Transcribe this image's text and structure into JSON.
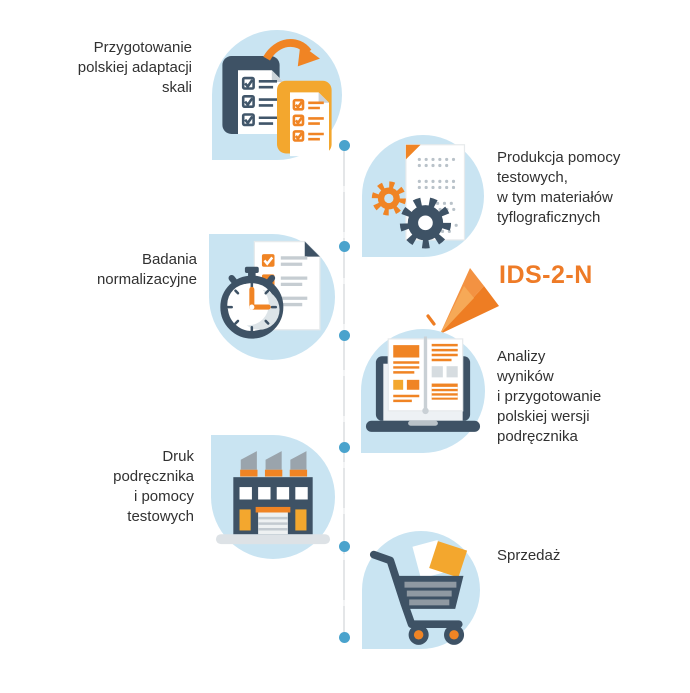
{
  "product": {
    "label": "IDS-2-N"
  },
  "palette": {
    "circle_blue": "#c9e4f2",
    "dark_slate": "#3e5265",
    "orange": "#f08424",
    "amber": "#f3a72e",
    "dot_blue": "#4aa3cd",
    "accent_text": "#ee7b27",
    "line_gray": "#e4e6e8",
    "text": "#313131"
  },
  "timeline": {
    "dot_count": 6
  },
  "steps": [
    {
      "id": "adaptation",
      "side": "left",
      "icon": "books-transfer-icon",
      "label_lines": [
        "Przygotowanie",
        "polskiej adaptacji",
        "skali"
      ]
    },
    {
      "id": "production",
      "side": "right",
      "icon": "gears-braille-document-icon",
      "label_lines": [
        "Produkcja pomocy",
        "testowych,",
        "w tym materiałów",
        "tyflograficznych"
      ]
    },
    {
      "id": "norm-studies",
      "side": "left",
      "icon": "stopwatch-checklist-icon",
      "label_lines": [
        "Badania",
        "normalizacyjne"
      ]
    },
    {
      "id": "analysis",
      "side": "right",
      "icon": "laptop-open-book-icon",
      "label_lines": [
        "Analizy",
        "wyników",
        "i przygotowanie",
        "polskiej wersji",
        "podręcznika"
      ]
    },
    {
      "id": "print",
      "side": "left",
      "icon": "factory-icon",
      "label_lines": [
        "Druk",
        "podręcznika",
        "i pomocy",
        "testowych"
      ]
    },
    {
      "id": "sales",
      "side": "right",
      "icon": "shopping-cart-icon",
      "label_lines": [
        "Sprzedaż"
      ]
    }
  ]
}
